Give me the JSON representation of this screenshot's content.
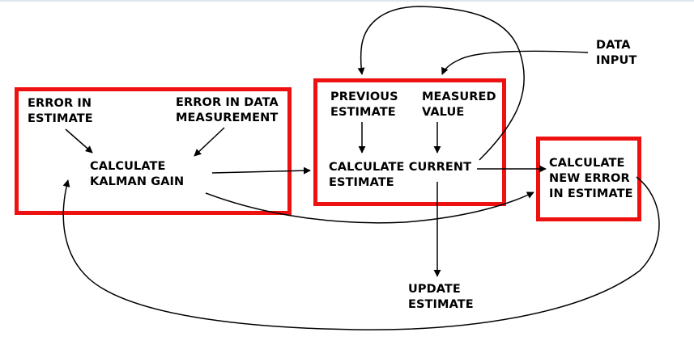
{
  "colors": {
    "box_border": "#ee1111",
    "text": "#000000",
    "arrow": "#000000",
    "top_rule": "#dde6ee"
  },
  "labels": {
    "error_in_estimate": "ERROR IN\nESTIMATE",
    "error_in_data_measurement": "ERROR IN DATA\nMEASUREMENT",
    "calculate_kalman_gain": "CALCULATE\nKALMAN GAIN",
    "previous_estimate": "PREVIOUS\nESTIMATE",
    "measured_value": "MEASURED\nVALUE",
    "calculate_current_estimate": "CALCULATE CURRENT\nESTIMATE",
    "data_input": "DATA\nINPUT",
    "calculate_new_error": "CALCULATE\nNEW ERROR\nIN ESTIMATE",
    "update_estimate": "UPDATE\nESTIMATE"
  }
}
